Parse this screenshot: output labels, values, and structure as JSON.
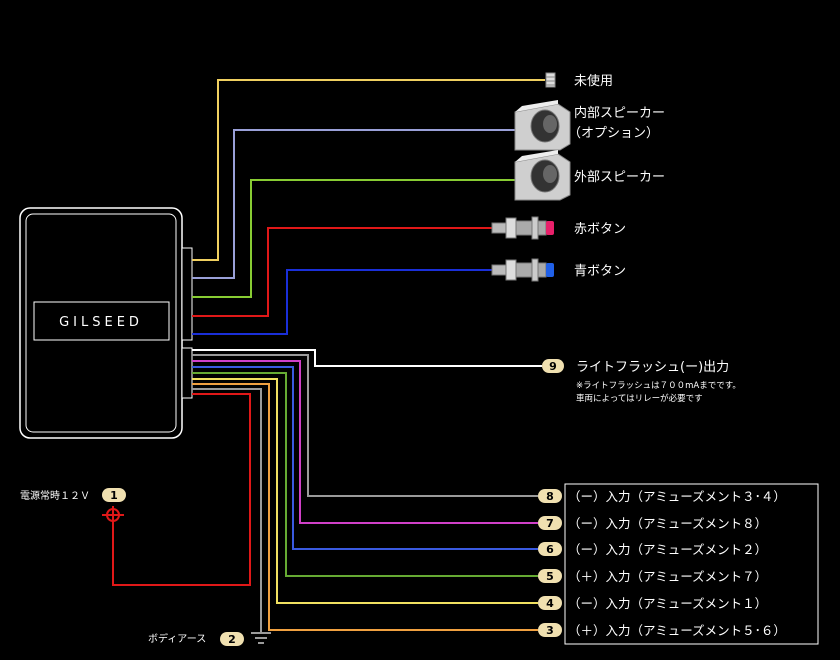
{
  "device": {
    "brand": "GILSEED"
  },
  "outputs": {
    "unused": "未使用",
    "internal_speaker_1": "内部スピーカー",
    "internal_speaker_2": "（オプション）",
    "external_speaker": "外部スピーカー",
    "red_button": "赤ボタン",
    "blue_button": "青ボタン"
  },
  "flash": {
    "badge": "9",
    "label": "ライトフラッシュ(ー)出力",
    "note_1": "※ライトフラッシュは７００mAまでです。",
    "note_2": "車両によってはリレーが必要です"
  },
  "power": {
    "label": "電源常時１２Ｖ",
    "badge": "1"
  },
  "ground": {
    "label": "ボディアース",
    "badge": "2"
  },
  "inputs": [
    {
      "badge": "8",
      "label": "（ー）入力（アミューズメント３･４）"
    },
    {
      "badge": "7",
      "label": "（ー）入力（アミューズメント８）"
    },
    {
      "badge": "6",
      "label": "（ー）入力（アミューズメント２）"
    },
    {
      "badge": "5",
      "label": "（＋）入力（アミューズメント７）"
    },
    {
      "badge": "4",
      "label": "（ー）入力（アミューズメント１）"
    },
    {
      "badge": "3",
      "label": "（＋）入力（アミューズメント５･６）"
    }
  ],
  "colors": {
    "yellow": "#f0d060",
    "lavender": "#9aa0d8",
    "green": "#88cc33",
    "red": "#e01818",
    "blue": "#1a2fd8",
    "white": "#ffffff",
    "gray": "#9a9a9a",
    "magenta": "#d040c8",
    "wire_blue": "#3a5ae0",
    "wire_green": "#66aa33",
    "wire_yellow": "#f0e060",
    "orange": "#f0a040",
    "badge_fill": "#f0e0b0"
  }
}
